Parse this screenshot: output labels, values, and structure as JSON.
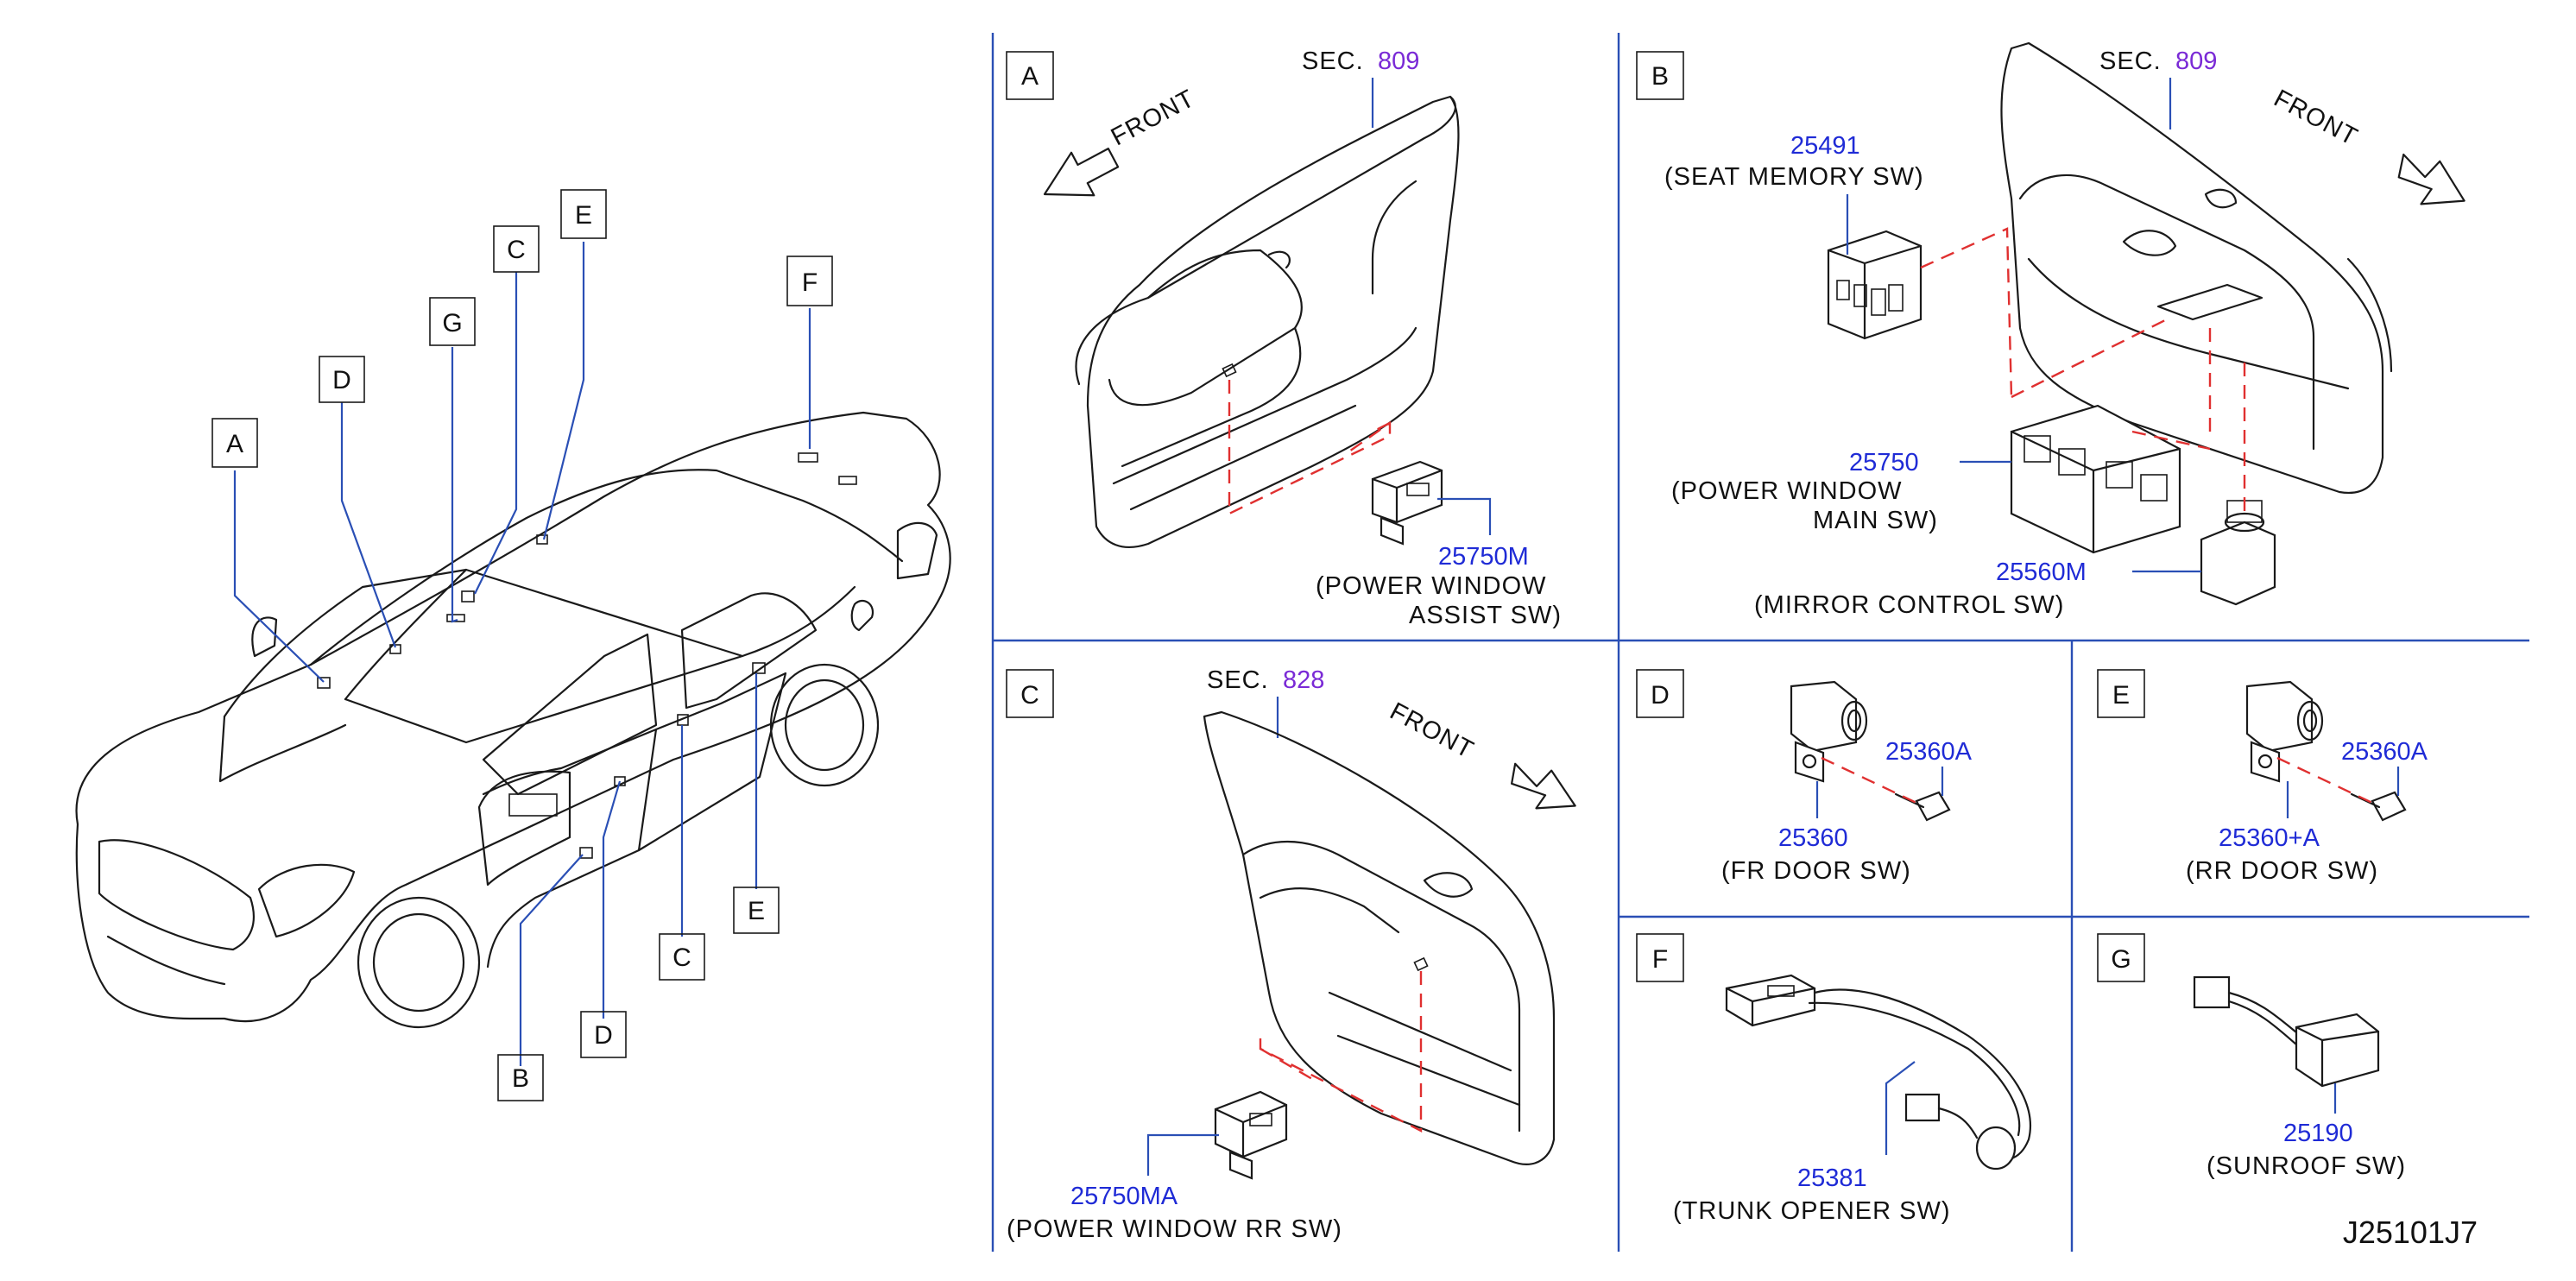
{
  "overview": {
    "callouts_left": [
      "A",
      "D",
      "G",
      "C",
      "E",
      "F"
    ],
    "callouts_bottom": [
      "B",
      "D",
      "C",
      "E"
    ]
  },
  "panels": {
    "A": {
      "letter": "A",
      "sec_prefix": "SEC.",
      "sec_num": "809",
      "front": "FRONT",
      "part_no": "25750M",
      "desc_line1": "(POWER   WINDOW",
      "desc_line2": "ASSIST   SW)"
    },
    "B": {
      "letter": "B",
      "sec_prefix": "SEC.",
      "sec_num": "809",
      "front": "FRONT",
      "seat_part_no": "25491",
      "seat_desc": "(SEAT   MEMORY   SW)",
      "main_part_no": "25750",
      "main_desc_line1": "(POWER   WINDOW",
      "main_desc_line2": "MAIN   SW)",
      "mirror_part_no": "25560M",
      "mirror_desc": "(MIRROR   CONTROL   SW)"
    },
    "C": {
      "letter": "C",
      "sec_prefix": "SEC.",
      "sec_num": "828",
      "front": "FRONT",
      "part_no": "25750MA",
      "desc": "(POWER   WINDOW   RR   SW)"
    },
    "D": {
      "letter": "D",
      "screw_part_no": "25360A",
      "part_no": "25360",
      "desc": "(FR   DOOR   SW)"
    },
    "E": {
      "letter": "E",
      "screw_part_no": "25360A",
      "part_no": "25360+A",
      "desc": "(RR   DOOR   SW)"
    },
    "F": {
      "letter": "F",
      "part_no": "25381",
      "desc": "(TRUNK   OPENER   SW)"
    },
    "G": {
      "letter": "G",
      "part_no": "25190",
      "desc": "(SUNROOF   SW)"
    }
  },
  "diagram_code": "J25101J7",
  "colors": {
    "part_number": "#1f2bd6",
    "section_number": "#7a2ad6",
    "leader_line": "#2a4fb5",
    "dashed_line": "#e03030",
    "line_art": "#1a1a1a"
  }
}
